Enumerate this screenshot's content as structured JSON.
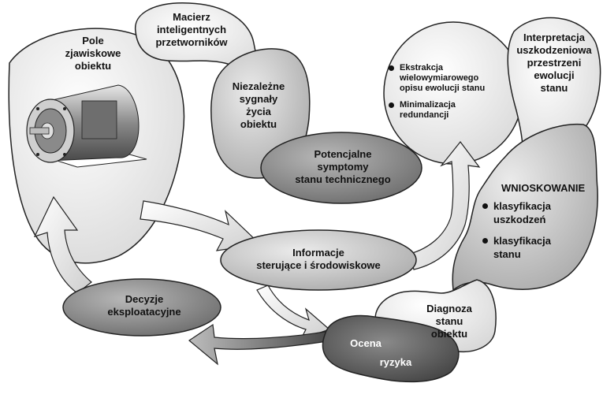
{
  "nodes": {
    "pole": "Pole\nzjawiskowe\nobiektu",
    "macierz": "Macierz\ninteligentnych\nprzetworników",
    "niezalezne": "Niezależne\nsygnały\nżycia\nobiektu",
    "potencjalne": "Potencjalne\nsymptomy\nstanu technicznego",
    "interpretacja": "Interpretacja\nuszkodzeniowa\nprzestrzeni\newolucji\nstanu",
    "informacje": "Informacje\nsterujące i środowiskowe",
    "decyzje": "Decyzje\neksploatacyjne",
    "ocena_line1": "Ocena",
    "ocena_line2": "ryzyka",
    "diagnoza": "Diagnoza\nstanu\nobiektu"
  },
  "ekstrakcja_bullets": [
    "Ekstrakcja\nwielowymiarowego\nopisu ewolucji stanu",
    "Minimalizacja\nredundancji"
  ],
  "wnioskowanie": {
    "title": "WNIOSKOWANIE",
    "bullets": [
      "klasyfikacja\nuszkodzeń",
      "klasyfikacja\nstanu"
    ]
  },
  "colors": {
    "blob_light": "#f1f1f1",
    "blob_mid": "#c8c8c8",
    "ellipse_dark": "#8c8c8c",
    "arrow_light": "#e8e8e8",
    "arrow_dark": "#5e5e5e",
    "outline": "#222222"
  },
  "icons": {
    "motor": "electric-motor-icon"
  }
}
